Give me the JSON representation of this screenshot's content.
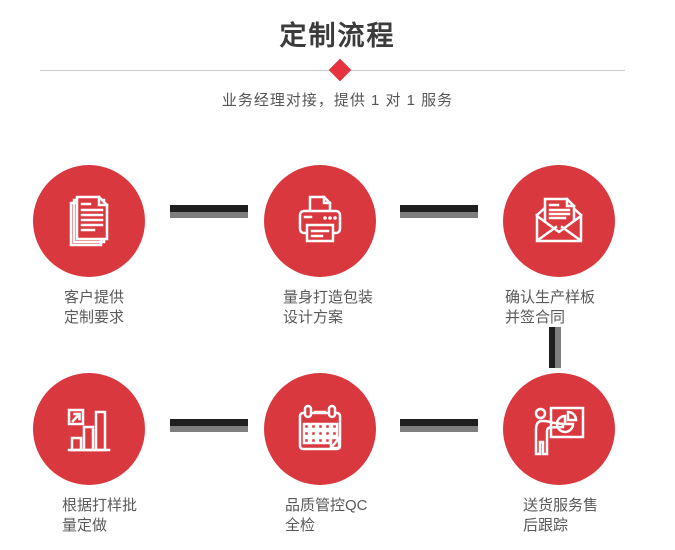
{
  "page": {
    "title": "定制流程",
    "subtitle": "业务经理对接，提供 1 对 1 服务"
  },
  "steps": [
    {
      "icon": "documents-stack-icon",
      "label_line1": "客户提供",
      "label_line2": "定制要求"
    },
    {
      "icon": "printer-icon",
      "label_line1": "量身打造包装",
      "label_line2": "设计方案"
    },
    {
      "icon": "open-envelope-letter-icon",
      "label_line1": "确认生产样板",
      "label_line2": "并签合同"
    },
    {
      "icon": "growth-bar-chart-icon",
      "label_line1": "根据打样批",
      "label_line2": "量定做"
    },
    {
      "icon": "calendar-icon",
      "label_line1": "品质管控QC",
      "label_line2": "全检"
    },
    {
      "icon": "presentation-pie-chart-icon",
      "label_line1": "送货服务售",
      "label_line2": "后跟踪"
    }
  ],
  "colors": {
    "circle_red": "#d9383f",
    "diamond_red": "#e5333f",
    "connector_dark": "#1f1f1f",
    "connector_gray": "#7e7e7e",
    "divider_gray": "#cccccc",
    "title_text": "#3b3b3b",
    "body_text": "#595959"
  }
}
